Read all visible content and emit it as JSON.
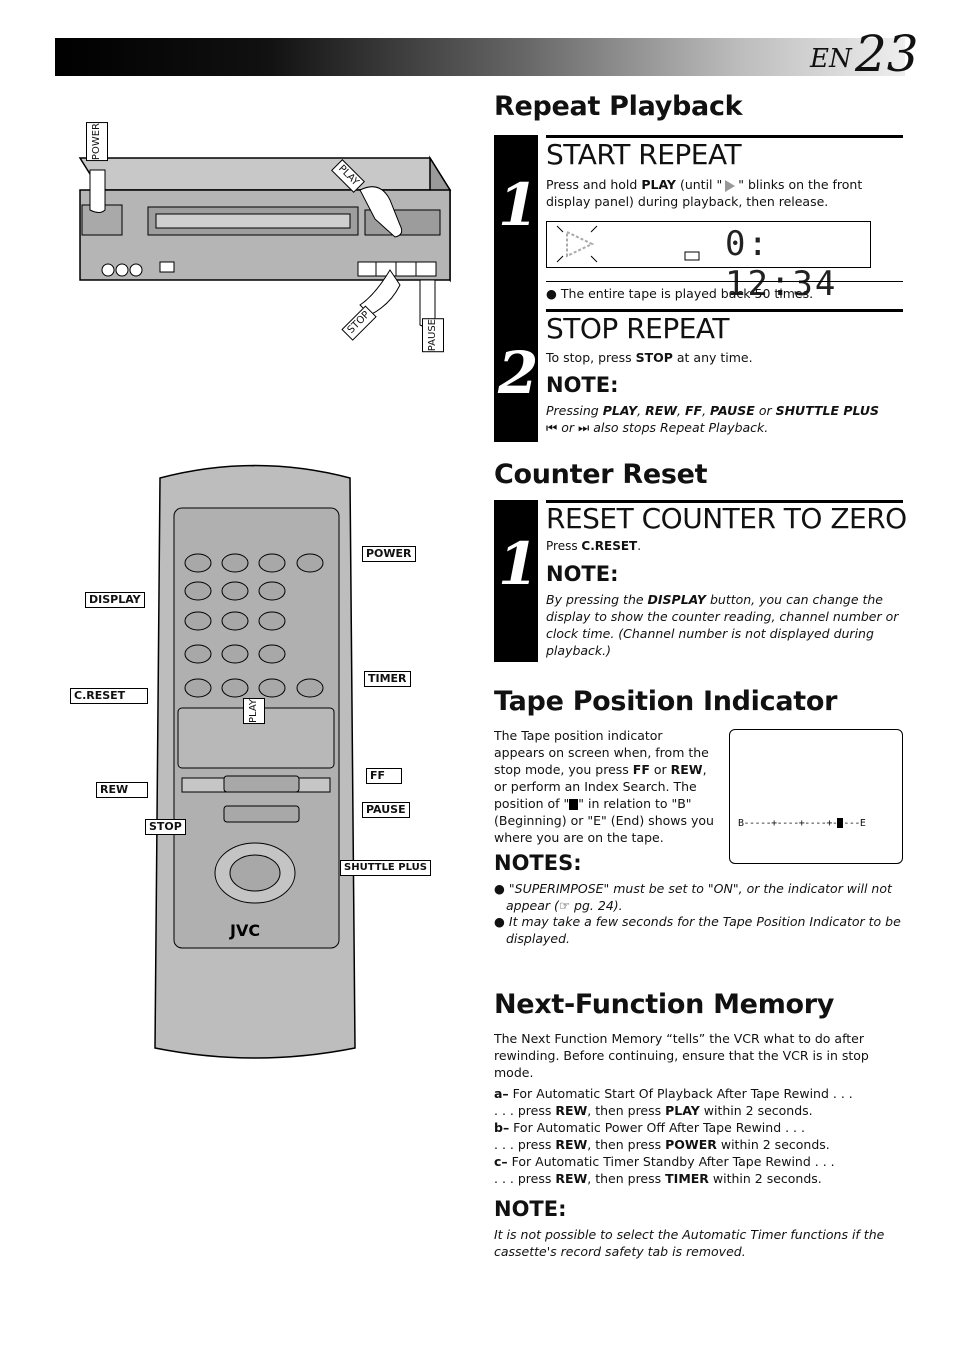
{
  "header": {
    "lang": "EN",
    "page": "23"
  },
  "repeat": {
    "title": "Repeat Playback",
    "step1": {
      "num": "1",
      "heading": "START REPEAT",
      "text_pre": "Press and hold ",
      "text_btn": "PLAY",
      "text_mid": " (until \"",
      "text_post": "\" blinks on the front display panel) during playback, then release.",
      "display_time": "0: 12:34",
      "bullet": "The entire tape is played back 50 times."
    },
    "step2": {
      "num": "2",
      "heading": "STOP REPEAT",
      "text_pre": "To stop, press ",
      "text_btn": "STOP",
      "text_post": " at any time.",
      "note_title": "NOTE:",
      "note_pre": "Pressing ",
      "note_b1": "PLAY",
      "note_s1": ", ",
      "note_b2": "REW",
      "note_s2": ", ",
      "note_b3": "FF",
      "note_s3": ", ",
      "note_b4": "PAUSE",
      "note_s4": " or ",
      "note_b5": "SHUTTLE PLUS",
      "note_icons_a": "⏮",
      "note_or": " or ",
      "note_icons_b": "⏭",
      "note_post": " also stops Repeat Playback."
    }
  },
  "counter": {
    "title": "Counter Reset",
    "num": "1",
    "heading": "RESET COUNTER TO ZERO",
    "text_pre": "Press ",
    "text_btn": "C.RESET",
    "text_post": ".",
    "note_title": "NOTE:",
    "note_pre": "By pressing the ",
    "note_btn": "DISPLAY",
    "note_post": " button, you can change the display to show the counter reading, channel number or clock time. (Channel number is not displayed during playback.)"
  },
  "tpi": {
    "title": "Tape Position Indicator",
    "p1": "The Tape position indicator appears on screen when, from the stop mode, you press ",
    "ff": "FF",
    "or": " or ",
    "rew": "REW",
    "p2": ", or perform an Index Search. The position of \"",
    "p3": "\" in relation to \"B\" (Beginning) or \"E\" (End) shows you where you are on the tape.",
    "bar_left": "B-----+----+----+-",
    "bar_right": "---E",
    "notes_title": "NOTES:",
    "note1": "\"SUPERIMPOSE\" must be set to \"ON\", or the indicator will not appear (☞ pg. 24).",
    "note2": "It may take a few seconds for the Tape Position Indicator to be displayed."
  },
  "nfm": {
    "title": "Next-Function Memory",
    "intro": "The Next Function Memory “tells” the VCR what to do after rewinding. Before continuing, ensure that the VCR is in stop mode.",
    "a_key": "a–",
    "a_text": " For Automatic Start Of Playback After Tape Rewind . . .",
    "a2_pre": ". . . press ",
    "a2_b1": "REW",
    "a2_mid": ", then press ",
    "a2_b2": "PLAY",
    "a2_post": " within 2 seconds.",
    "b_key": "b–",
    "b_text": " For Automatic Power Off After Tape Rewind . . .",
    "b2_pre": ". . . press ",
    "b2_b1": "REW",
    "b2_mid": ", then press ",
    "b2_b2": "POWER",
    "b2_post": " within 2 seconds.",
    "c_key": "c–",
    "c_text": " For Automatic Timer Standby After Tape Rewind . . .",
    "c2_pre": ". . . press ",
    "c2_b1": "REW",
    "c2_mid": ", then press ",
    "c2_b2": "TIMER",
    "c2_post": " within 2 seconds.",
    "note_title": "NOTE:",
    "note": "It is not possible to select the Automatic Timer functions if the cassette's record safety tab is removed."
  },
  "vcr_labels": {
    "power": "POWER",
    "play": "PLAY",
    "stop": "STOP",
    "pause": "PAUSE"
  },
  "remote_labels": {
    "power": "POWER",
    "display": "DISPLAY",
    "timer": "TIMER",
    "creset": "C.RESET",
    "play": "PLAY",
    "ff": "FF",
    "rew": "REW",
    "pause": "PAUSE",
    "stop": "STOP",
    "shuttle": "SHUTTLE PLUS",
    "brand": "JVC"
  }
}
